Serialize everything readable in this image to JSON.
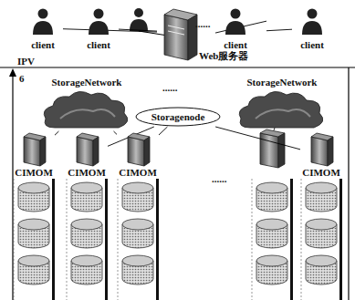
{
  "diagram": {
    "nodes": [
      {
        "text": [
          "client"
        ]
      },
      {
        "text": [
          "client"
        ]
      },
      {
        "text": [
          "Web服务器"
        ]
      },
      {
        "text": [
          "client"
        ]
      },
      {
        "text": [
          "client"
        ]
      },
      {
        "text": [
          "StorageNetwork"
        ]
      },
      {
        "text": [
          "Storagenode"
        ]
      },
      {
        "text": [
          "StorageNetwork"
        ]
      },
      {
        "text": [
          "CIMOM"
        ]
      },
      {
        "text": [
          "CIMOM"
        ]
      },
      {
        "text": [
          "CIMOM"
        ]
      },
      {
        "text": [
          "CIMOM"
        ]
      }
    ],
    "edges": [
      {
        "from": 2,
        "to": 0,
        "arrow": "none"
      },
      {
        "from": 2,
        "to": 1,
        "arrow": "none"
      },
      {
        "from": 2,
        "to": 3,
        "arrow": "none"
      },
      {
        "from": 2,
        "to": 4,
        "arrow": "none"
      },
      {
        "from": 5,
        "to": 8,
        "arrow": "none"
      },
      {
        "from": 5,
        "to": 9,
        "arrow": "none"
      },
      {
        "from": 5,
        "to": 10,
        "arrow": "none"
      },
      {
        "from": 6,
        "to": 9,
        "arrow": "none"
      },
      {
        "from": 6,
        "to": 10,
        "arrow": "none"
      },
      {
        "from": 6,
        "to": 11,
        "arrow": "none"
      },
      {
        "from": 7,
        "to": 11,
        "arrow": "none"
      }
    ],
    "labels": [
      "IPV",
      "6",
      "......",
      "......",
      "......"
    ]
  }
}
